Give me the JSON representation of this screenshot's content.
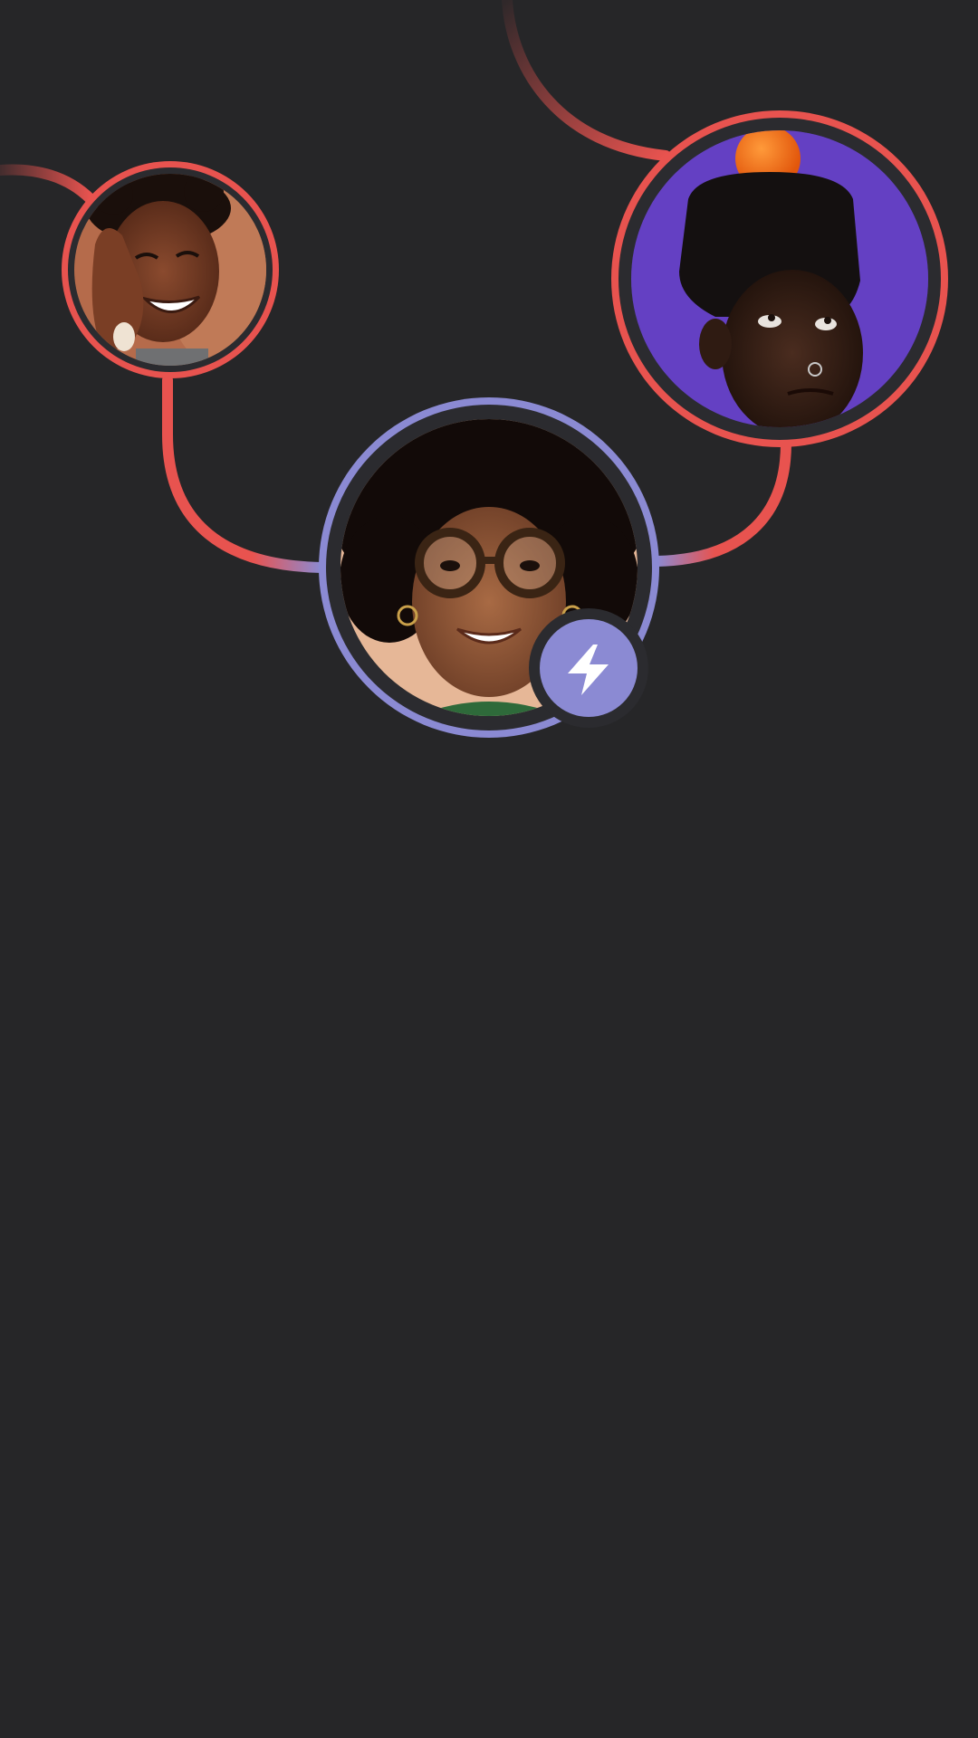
{
  "colors": {
    "background": "#262628",
    "ring_red": "#e8534f",
    "ring_purple": "#8b8ad3",
    "inner_gap": "#2b2b2f",
    "badge_fill": "#8b8ad3",
    "badge_icon": "#ffffff"
  },
  "avatars": [
    {
      "id": "left-avatar",
      "description_icon": "person-laughing-avatar",
      "ring": "red",
      "photo_bg": "#b56b4b"
    },
    {
      "id": "right-avatar",
      "description_icon": "person-orange-on-head-avatar",
      "ring": "red",
      "photo_bg": "#6a45c9"
    },
    {
      "id": "center-avatar",
      "description_icon": "person-glasses-avatar",
      "ring": "purple",
      "photo_bg": "#e6b797"
    }
  ],
  "badge": {
    "icon": "lightning-bolt-icon"
  }
}
